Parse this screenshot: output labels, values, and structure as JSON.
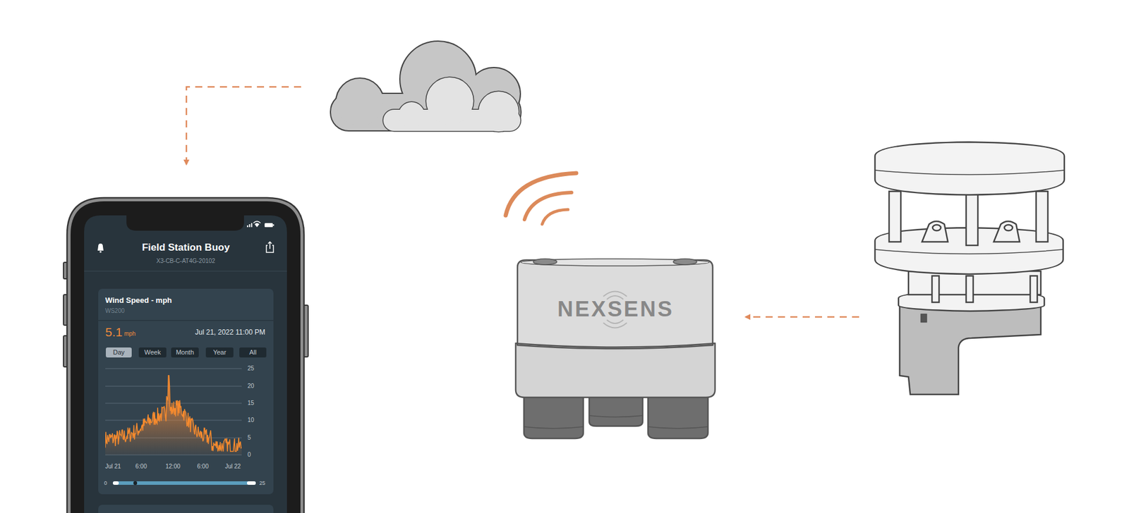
{
  "diagram": {
    "nodes": [
      {
        "text": [
          "Field Station Buoy",
          "X3-CB-C-AT4G-20102"
        ]
      },
      {
        "text": [
          "Wind Speed - mph",
          "WS200"
        ],
        "in": 0
      },
      {
        "text": [
          "Day"
        ],
        "in": 1
      },
      {
        "text": [
          "Week"
        ],
        "in": 1
      },
      {
        "text": [
          "Month"
        ],
        "in": 1
      },
      {
        "text": [
          "Year"
        ],
        "in": 1
      },
      {
        "text": [
          "All"
        ],
        "in": 1
      },
      {
        "text": [
          "NEXSENS"
        ]
      }
    ],
    "labels": [
      "5.1",
      "mph",
      "Jul 21, 2022 11:00 PM",
      "25",
      "20",
      "15",
      "10",
      "5",
      "0",
      "Jul 21",
      "6:00",
      "12:00",
      "6:00",
      "Jul 22",
      "0",
      "25"
    ]
  }
}
